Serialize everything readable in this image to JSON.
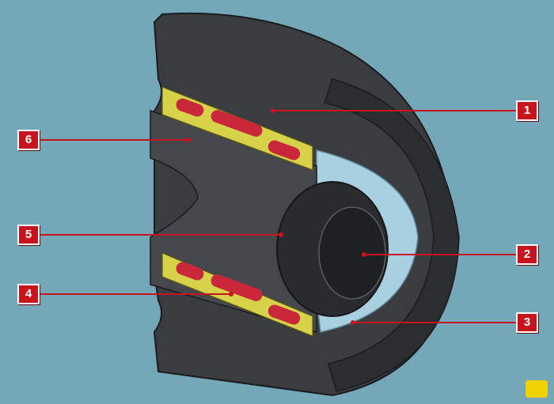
{
  "callouts": [
    {
      "id": "1",
      "label": "1",
      "part": "outer-pulley"
    },
    {
      "id": "2",
      "label": "2",
      "part": "inner-splined-hub"
    },
    {
      "id": "3",
      "label": "3",
      "part": "end-washer"
    },
    {
      "id": "4",
      "label": "4",
      "part": "rollers"
    },
    {
      "id": "5",
      "label": "5",
      "part": "inner-thread"
    },
    {
      "id": "6",
      "label": "6",
      "part": "inner-sleeve"
    }
  ],
  "colors": {
    "background": "#74a8b8",
    "rubber": "#3a3c40",
    "roller": "#c8283a",
    "cage": "#d6d24a",
    "washer": "#a9d0e0",
    "callout": "#c8141e"
  }
}
